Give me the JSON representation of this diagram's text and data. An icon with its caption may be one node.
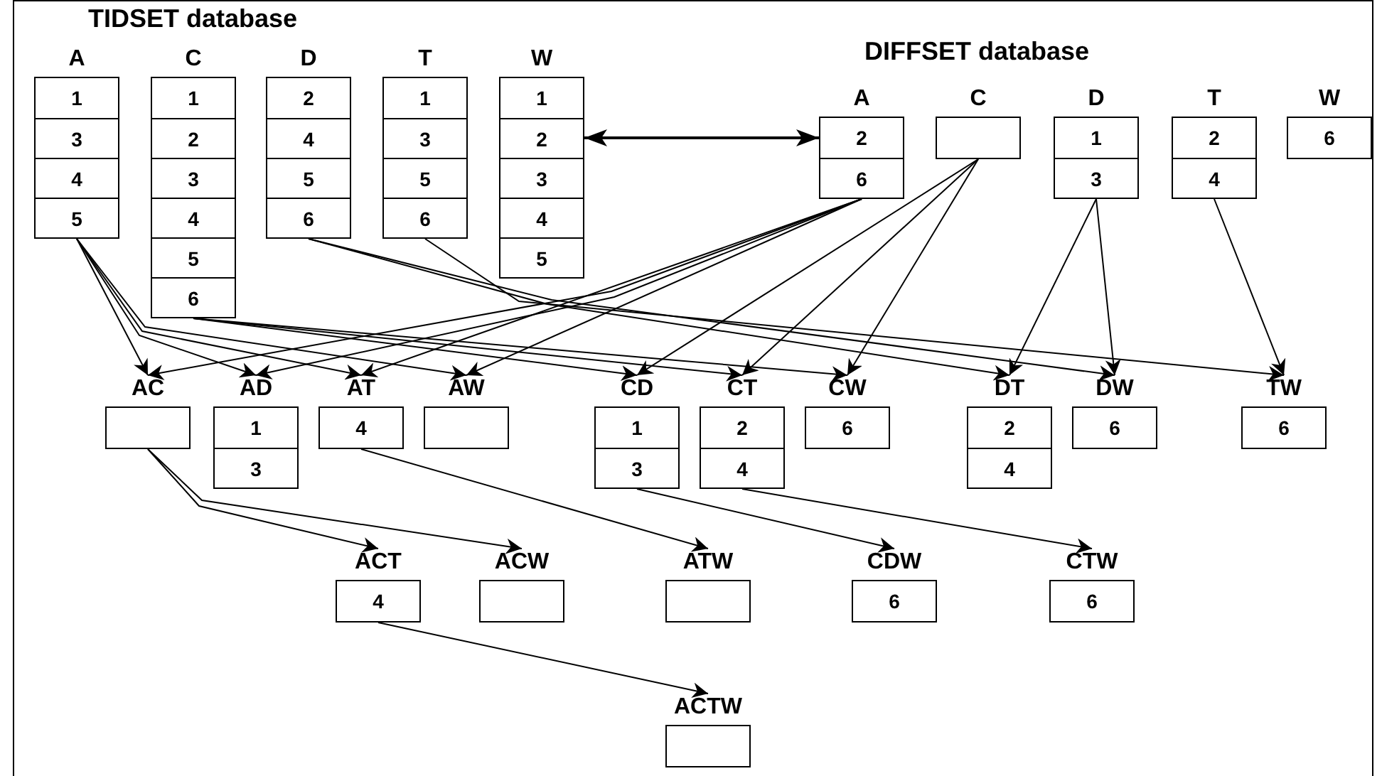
{
  "diagram": {
    "nodes": [
      {
        "text": [
          "TIDSET database"
        ]
      },
      {
        "text": [
          "A",
          "1",
          "3",
          "4",
          "5"
        ],
        "in": 0
      },
      {
        "text": [
          "C",
          "1",
          "2",
          "3",
          "4",
          "5",
          "6"
        ],
        "in": 0
      },
      {
        "text": [
          "D",
          "2",
          "4",
          "5",
          "6"
        ],
        "in": 0
      },
      {
        "text": [
          "T",
          "1",
          "3",
          "5",
          "6"
        ],
        "in": 0
      },
      {
        "text": [
          "W",
          "1",
          "2",
          "3",
          "4",
          "5"
        ],
        "in": 0
      },
      {
        "text": [
          "DIFFSET database"
        ]
      },
      {
        "text": [
          "A",
          "2",
          "6"
        ],
        "in": 6
      },
      {
        "text": [
          "C"
        ],
        "in": 6
      },
      {
        "text": [
          "D",
          "1",
          "3"
        ],
        "in": 6
      },
      {
        "text": [
          "T",
          "2",
          "4"
        ],
        "in": 6
      },
      {
        "text": [
          "W",
          "6"
        ],
        "in": 6
      },
      {
        "text": [
          "AC"
        ]
      },
      {
        "text": [
          "AD",
          "1",
          "3"
        ]
      },
      {
        "text": [
          "AT",
          "4"
        ]
      },
      {
        "text": [
          "AW"
        ]
      },
      {
        "text": [
          "CD",
          "1",
          "3"
        ]
      },
      {
        "text": [
          "CT",
          "2",
          "4"
        ]
      },
      {
        "text": [
          "CW",
          "6"
        ]
      },
      {
        "text": [
          "DT",
          "2",
          "4"
        ]
      },
      {
        "text": [
          "DW",
          "6"
        ]
      },
      {
        "text": [
          "TW",
          "6"
        ]
      },
      {
        "text": [
          "ACT",
          "4"
        ]
      },
      {
        "text": [
          "ACW"
        ]
      },
      {
        "text": [
          "ATW"
        ]
      },
      {
        "text": [
          "CDW",
          "6"
        ]
      },
      {
        "text": [
          "CTW",
          "6"
        ]
      },
      {
        "text": [
          "ACTW"
        ]
      }
    ],
    "edges": [
      {
        "from": 0,
        "to": 6,
        "arrow": "both"
      },
      {
        "from": 1,
        "to": 12,
        "arrow": "to"
      },
      {
        "from": 1,
        "to": 13,
        "arrow": "to"
      },
      {
        "from": 1,
        "to": 14,
        "arrow": "to"
      },
      {
        "from": 1,
        "to": 15,
        "arrow": "to"
      },
      {
        "from": 2,
        "to": 16,
        "arrow": "to"
      },
      {
        "from": 2,
        "to": 17,
        "arrow": "to"
      },
      {
        "from": 2,
        "to": 18,
        "arrow": "to"
      },
      {
        "from": 3,
        "to": 19,
        "arrow": "to"
      },
      {
        "from": 3,
        "to": 20,
        "arrow": "to"
      },
      {
        "from": 4,
        "to": 21,
        "arrow": "to"
      },
      {
        "from": 7,
        "to": 12,
        "arrow": "to"
      },
      {
        "from": 7,
        "to": 13,
        "arrow": "to"
      },
      {
        "from": 7,
        "to": 14,
        "arrow": "to"
      },
      {
        "from": 7,
        "to": 15,
        "arrow": "to"
      },
      {
        "from": 8,
        "to": 16,
        "arrow": "to"
      },
      {
        "from": 8,
        "to": 17,
        "arrow": "to"
      },
      {
        "from": 8,
        "to": 18,
        "arrow": "to"
      },
      {
        "from": 9,
        "to": 19,
        "arrow": "to"
      },
      {
        "from": 9,
        "to": 20,
        "arrow": "to"
      },
      {
        "from": 10,
        "to": 21,
        "arrow": "to"
      },
      {
        "from": 12,
        "to": 22,
        "arrow": "to"
      },
      {
        "from": 12,
        "to": 23,
        "arrow": "to"
      },
      {
        "from": 14,
        "to": 24,
        "arrow": "to"
      },
      {
        "from": 16,
        "to": 25,
        "arrow": "to"
      },
      {
        "from": 17,
        "to": 26,
        "arrow": "to"
      },
      {
        "from": 22,
        "to": 27,
        "arrow": "to"
      }
    ]
  }
}
